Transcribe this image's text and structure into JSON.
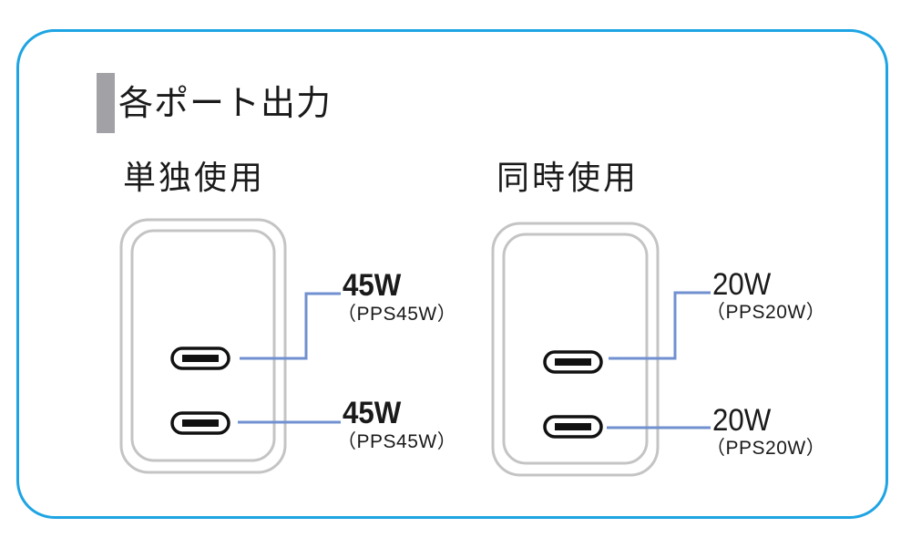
{
  "section": {
    "title": "各ポート出力",
    "accent_color": "#a2a2a6",
    "frame_color": "#1ea4e3",
    "line_color": "#7090d0",
    "charger_outline_color": "#c4c4c4"
  },
  "modes": [
    {
      "title": "単独使用",
      "ports": [
        {
          "icon": "usb-c-port-icon",
          "watt": "45W",
          "pps": "（PPS45W）"
        },
        {
          "icon": "usb-c-port-icon",
          "watt": "45W",
          "pps": "（PPS45W）"
        }
      ]
    },
    {
      "title": "同時使用",
      "ports": [
        {
          "icon": "usb-c-port-icon",
          "watt": "20W",
          "pps": "（PPS20W）"
        },
        {
          "icon": "usb-c-port-icon",
          "watt": "20W",
          "pps": "（PPS20W）"
        }
      ]
    }
  ]
}
